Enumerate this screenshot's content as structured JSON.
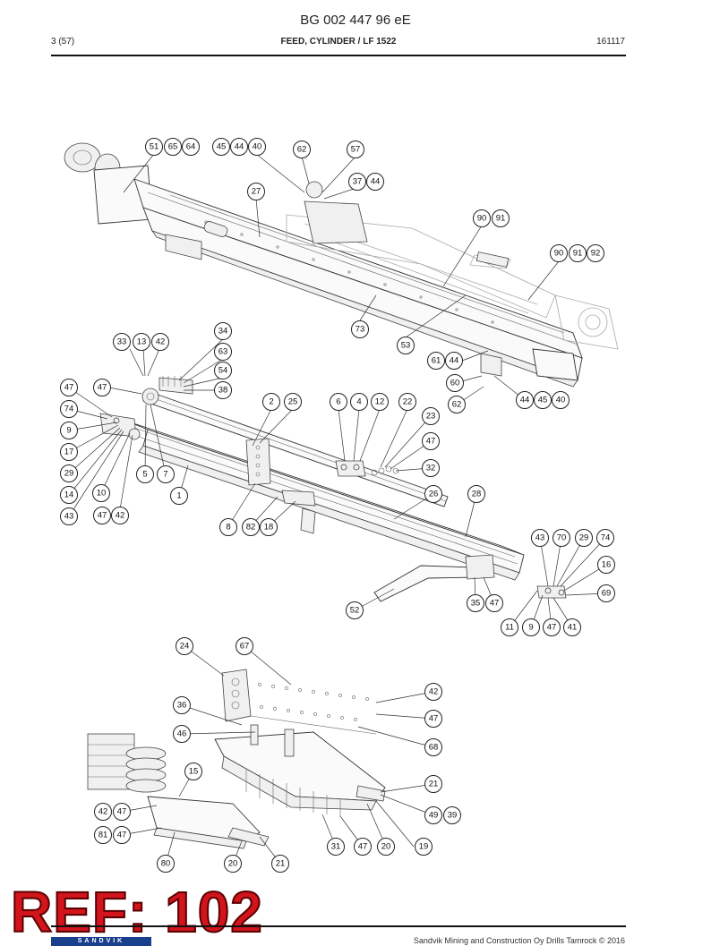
{
  "header": {
    "doc_code": "BG 002 447 96 eE",
    "page": "3 (57)",
    "title": "FEED, CYLINDER / LF 1522",
    "date": "161117"
  },
  "footer": {
    "copyright": "Sandvik Mining and Construction Oy Drills Tamrock © 2016",
    "logo": "SANDVIK"
  },
  "watermark": "REF: 102",
  "labels": [
    "51",
    "65",
    "64",
    "45",
    "44",
    "40",
    "62",
    "57",
    "37",
    "44",
    "27",
    "90",
    "91",
    "90",
    "91",
    "92",
    "73",
    "53",
    "61",
    "44",
    "60",
    "62",
    "44",
    "45",
    "40",
    "34",
    "33",
    "13",
    "42",
    "47",
    "63",
    "54",
    "38",
    "47",
    "74",
    "9",
    "17",
    "29",
    "14",
    "10",
    "43",
    "47",
    "42",
    "5",
    "7",
    "1",
    "2",
    "25",
    "6",
    "4",
    "12",
    "22",
    "23",
    "47",
    "32",
    "26",
    "28",
    "8",
    "82",
    "18",
    "43",
    "70",
    "29",
    "74",
    "16",
    "69",
    "52",
    "35",
    "47",
    "11",
    "9",
    "47",
    "41",
    "24",
    "67",
    "42",
    "36",
    "47",
    "46",
    "68",
    "15",
    "21",
    "42",
    "47",
    "49",
    "39",
    "81",
    "47",
    "31",
    "47",
    "20",
    "19",
    "80",
    "20",
    "21"
  ]
}
